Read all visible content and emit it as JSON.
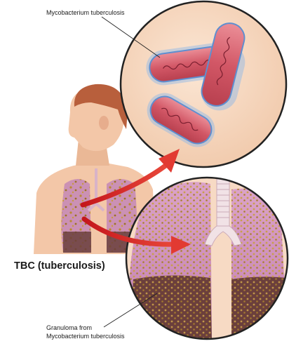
{
  "labels": {
    "bacterium": "Mycobacterium tuberculosis",
    "title": "TBC (tuberculosis)",
    "granuloma_line1": "Granuloma from",
    "granuloma_line2": "Mycobacterium tuberculosis"
  },
  "colors": {
    "skin": "#f3c7a8",
    "hair": "#b85f3c",
    "bacteria_fill": "#d6616e",
    "bacteria_glow": "#8ab6e8",
    "lung_tissue": "#c78bb5",
    "lung_dark": "#6b3f3c",
    "granule": "#b8892f",
    "arrow": "#d62020",
    "circle_bg": "#f7dac4",
    "circle_rim": "#222222"
  }
}
